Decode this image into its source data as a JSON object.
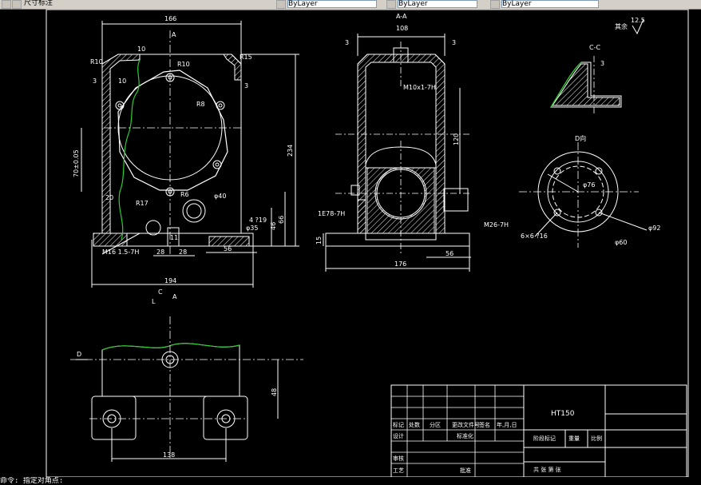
{
  "toolbar": {
    "layer_combo": "ByLayer",
    "linetype_combo": "ByLayer",
    "lineweight_combo": "ByLayer",
    "menu_fragment": "尺寸标注"
  },
  "drawing": {
    "roughness": {
      "note": "其余",
      "value": "12.5"
    },
    "section_labels": {
      "aa": "A-A",
      "cc": "C-C",
      "d_view": "D向",
      "c_mark": "C",
      "a_mark_top": "A",
      "a_mark_bottom": "A",
      "d_arrow": "D",
      "l_mark": "L"
    },
    "front_view_dims": {
      "width_top": "166",
      "r10_left": "R10",
      "r10_center": "R10",
      "r15": "R15",
      "d10_top": "10",
      "d10_left": "10",
      "d3_left": "3",
      "d3_right": "3",
      "r8": "R8",
      "d70": "70±0.05",
      "d20": "20",
      "r17": "R17",
      "r6": "R6",
      "phi40": "φ40",
      "tol1": "4 ?19",
      "tol2": "φ35",
      "h234": "234",
      "h66": "66",
      "h46": "46",
      "d11": "11",
      "d28a": "28",
      "d28b": "28",
      "d56": "56",
      "width_bottom": "194",
      "m16": "M16 1.5-7H"
    },
    "section_view_dims": {
      "width_top": "108",
      "d3a": "3",
      "d3b": "3",
      "m10": "M10x1-7H",
      "h120": "120",
      "d1e": "1E78-7H",
      "m26": "M26-7H",
      "d15": "15",
      "d56": "56",
      "width_bottom": "176"
    },
    "d_view_dims": {
      "phi76": "φ76",
      "phi92": "φ92",
      "phi60": "φ60",
      "holes": "6×6 ?16"
    },
    "cc_dims": {
      "d3": "3"
    },
    "plan_view_dims": {
      "d138": "138",
      "d48": "48"
    },
    "title_block": {
      "material": "HT150",
      "row_labels": [
        "标记",
        "处数",
        "分区",
        "更改文件号",
        "签名",
        "年,月,日"
      ],
      "designer": "设计",
      "standard": "标准化",
      "stage_mark": "阶段标记",
      "weight": "重量",
      "scale": "比例",
      "reviewer": "审核",
      "process": "工艺",
      "approve": "批准",
      "sheets": "共 张 第 张"
    }
  },
  "command_line": "命令: 指定对角点:"
}
